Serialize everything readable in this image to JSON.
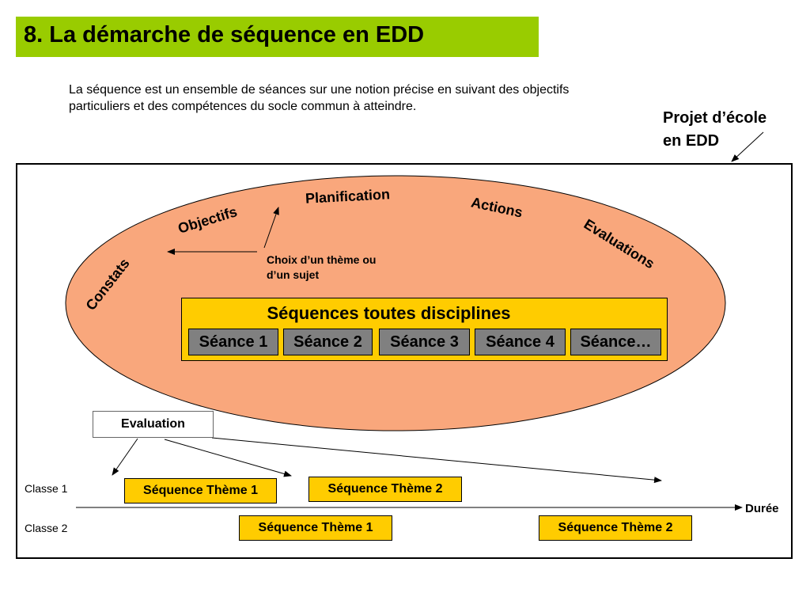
{
  "title": "8. La démarche de séquence en EDD",
  "intro": "La séquence est un ensemble de séances sur une notion précise en suivant des objectifs particuliers et des compétences du socle commun à atteindre.",
  "projet_line1": "Projet d’école",
  "projet_line2": "en EDD",
  "ellipse_labels": {
    "constats": "Constats",
    "objectifs": "Objectifs",
    "planification": "Planification",
    "actions": "Actions",
    "evaluations": "Evaluations"
  },
  "choix_line1": "Choix d’un thème ou",
  "choix_line2": "d’un sujet",
  "sequences": {
    "title": "Séquences toutes disciplines",
    "seances": [
      "Séance 1",
      "Séance 2",
      "Séance 3",
      "Séance 4",
      "Séance…"
    ]
  },
  "evaluation": "Evaluation",
  "timeline": {
    "classe1": "Classe 1",
    "classe2": "Classe 2",
    "duree": "Durée",
    "classe1_themes": [
      "Séquence Thème 1",
      "Séquence Thème 2"
    ],
    "classe2_themes": [
      "Séquence Thème 1",
      "Séquence Thème 2"
    ]
  },
  "colors": {
    "title_bar": "#99cc00",
    "ellipse_fill": "#f9a77c",
    "sequence_fill": "#ffcc00",
    "seance_fill": "#808080"
  }
}
